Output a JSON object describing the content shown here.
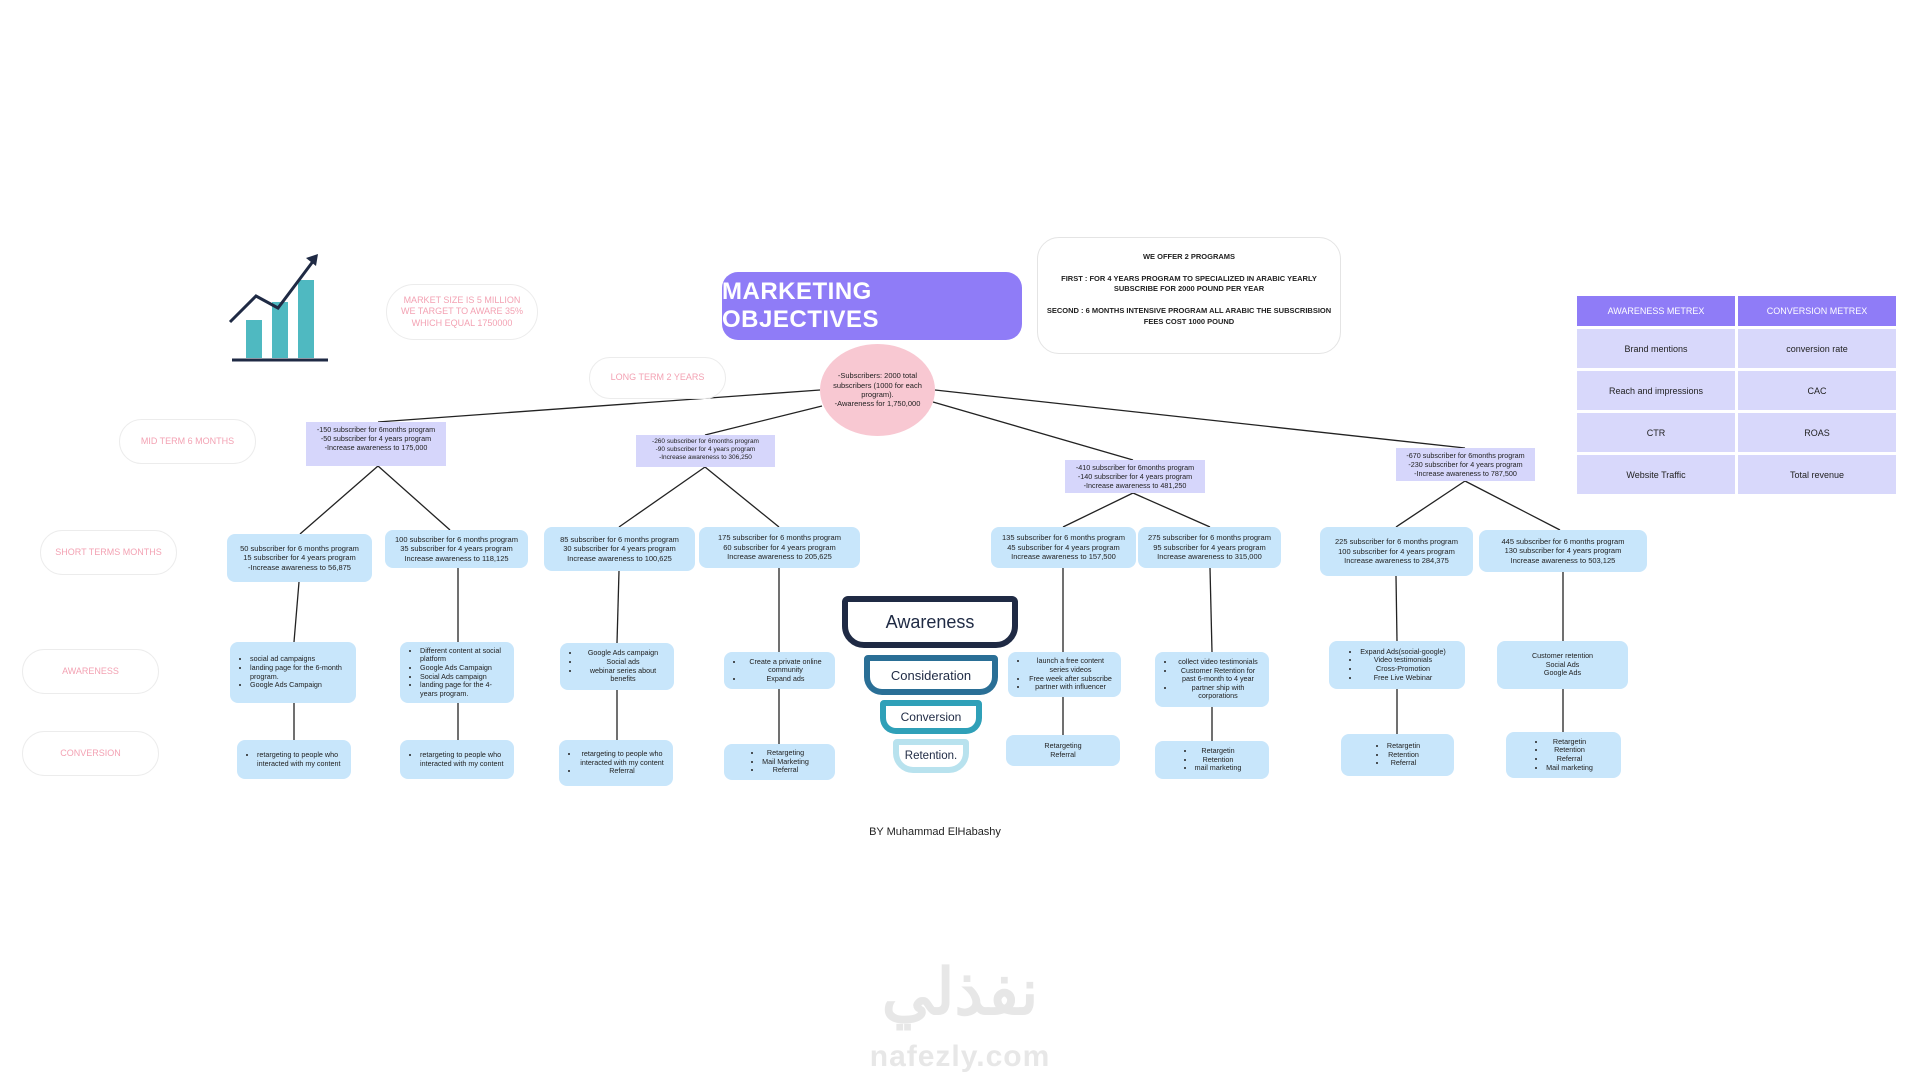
{
  "title": "MARKETING OBJECTIVES",
  "programs": {
    "heading": "WE OFFER 2 PROGRAMS",
    "first": "FIRST : FOR 4 YEARS PROGRAM TO SPECIALIZED IN ARABIC YEARLY SUBSCRIBE FOR 2000 POUND  PER YEAR",
    "second": "SECOND :  6 MONTHS INTENSIVE PROGRAM  ALL ARABIC THE SUBSCRIBSION FEES COST 1000 POUND"
  },
  "market_label": "MARKET SIZE IS 5 MILLION WE TARGET TO AWARE 35% WHICH EQUAL 1750000",
  "row_labels": {
    "long_term": "LONG TERM 2 YEARS",
    "mid_term": "MID TERM 6 MONTHS",
    "short_term": "SHORT TERMS MONTHS",
    "awareness": "AWARENESS",
    "conversion": "CONVERSION"
  },
  "center": "-Subscribers: 2000 total subscribers (1000 for each program).\n-Awareness for 1,750,000",
  "mid_nodes": [
    "-150 subscriber for 6months program\n-50 subscriber for 4 years program\n-Increase awareness to 175,000",
    "-260 subscriber for 6months program\n-90 subscriber for 4 years program\n-Increase awareness to 306,250",
    "-410 subscriber for 6months program\n-140 subscriber for 4 years program\n-Increase awareness to 481,250",
    "-670 subscriber for 6months program\n-230 subscriber for 4 years program\n-Increase awareness to 787,500"
  ],
  "short_nodes": [
    "50 subscriber for 6 months program\n15 subscriber for 4 years program\n-Increase awareness to 56,875",
    "100 subscriber for 6 months program\n35 subscriber for 4 years program\nIncrease awareness to 118,125",
    "85 subscriber for 6 months program\n30 subscriber for 4 years program\nIncrease awareness to 100,625",
    "175 subscriber for 6 months program\n60 subscriber for 4 years program\nIncrease awareness to 205,625",
    "135 subscriber for 6 months program\n45 subscriber for 4 years program\nIncrease awareness to 157,500",
    "275 subscriber for 6 months program\n95 subscriber for 4 years program\nIncrease awareness to 315,000",
    "225 subscriber for 6 months program\n100 subscriber for 4 years program\nIncrease awareness to 284,375",
    "445 subscriber for 6 months program\n130 subscriber for 4 years program\nIncrease awareness to 503,125"
  ],
  "awareness_nodes": [
    [
      "social ad campaigns",
      "landing page for the 6-month program.",
      "Google Ads Campaign"
    ],
    [
      "Different content at social platform",
      "Google Ads Campaign",
      "Social Ads campaign",
      "landing page for the 4-years program."
    ],
    [
      "Google Ads campaign",
      "Social ads",
      "webinar series about benefits"
    ],
    [
      "Create a private online community",
      "Expand ads"
    ],
    [
      "launch a free content series videos",
      "Free week after subscribe",
      "partner with influencer"
    ],
    [
      "collect video testimonials",
      "Customer Retention for past 6-month to 4 year",
      "partner ship with corporations"
    ],
    [
      "Expand Ads(social-google)",
      "Video testimonials",
      "Cross-Promotion",
      "Free Live Webinar"
    ],
    [
      "Customer retention",
      "Social Ads",
      "Google Ads"
    ]
  ],
  "conversion_nodes": [
    [
      "retargeting to people who interacted with my content"
    ],
    [
      "retargeting to people who interacted with my content"
    ],
    [
      "retargeting to people who interacted with my content",
      "Referral"
    ],
    [
      "Retargeting",
      "Mail Marketing",
      "Referral"
    ],
    [
      "Retargeting",
      "Referral"
    ],
    [
      "Retargetin",
      "Retention",
      "mail marketing"
    ],
    [
      "Retargetin",
      "Retention",
      "Referral"
    ],
    [
      "Retargetin",
      "Retention",
      "Referral",
      "Mail marketing"
    ]
  ],
  "funnel": [
    "Awareness",
    "Consideration",
    "Conversion",
    "Retention."
  ],
  "metrics": {
    "headers": [
      "AWARENESS METREX",
      "CONVERSION METREX"
    ],
    "rows": [
      [
        "Brand mentions",
        "conversion rate"
      ],
      [
        "Reach and impressions",
        "CAC"
      ],
      [
        "CTR",
        "ROAS"
      ],
      [
        "Website Traffic",
        "Total revenue"
      ]
    ]
  },
  "author": "BY Muhammad ElHabashy",
  "watermark": {
    "arabic": "نفذلي",
    "latin": "nafezly.com"
  },
  "colors": {
    "purple": "#8f7cf7",
    "lavender": "#d6d6fb",
    "light_blue": "#c8e6fb",
    "pink": "#f8c8d2",
    "teal": "#3fb8c6",
    "navy": "#1f2a44"
  }
}
